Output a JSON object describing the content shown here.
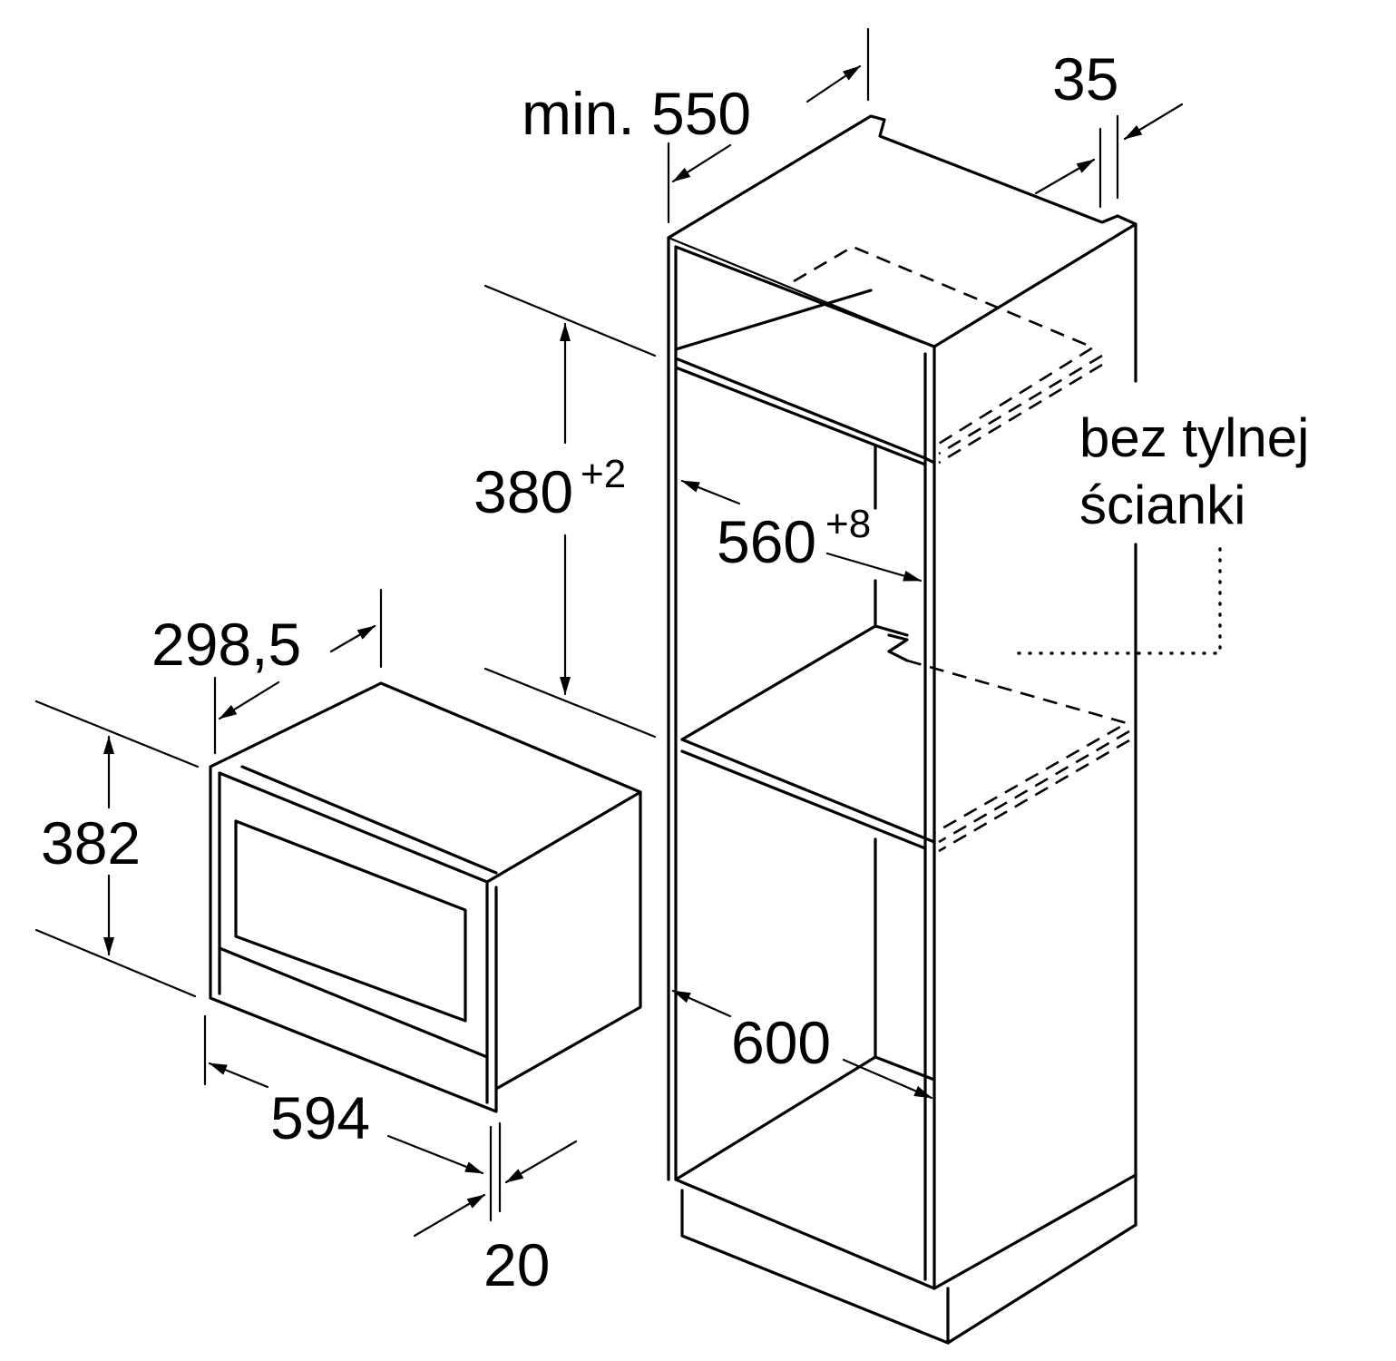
{
  "dimensions": {
    "cabinet_depth": "min. 550",
    "rear_gap": "35",
    "niche_height": "380",
    "niche_height_tol": "+2",
    "niche_width": "560",
    "niche_width_tol": "+8",
    "cabinet_width": "600",
    "appliance_depth": "298,5",
    "appliance_height": "382",
    "appliance_width": "594",
    "front_panel": "20"
  },
  "notes": {
    "no_back_line1": "bez tylnej",
    "no_back_line2": "ścianki"
  }
}
